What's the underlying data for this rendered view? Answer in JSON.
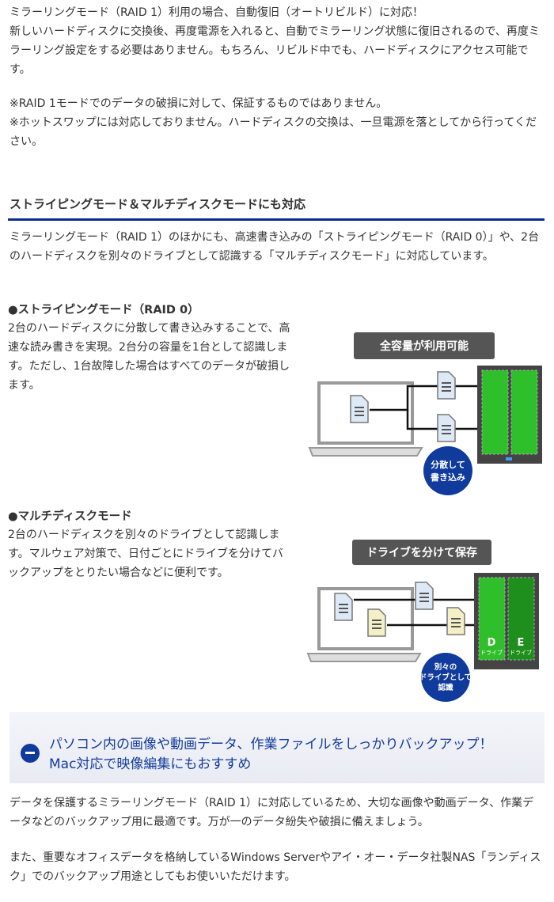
{
  "intro": {
    "line1": "ミラーリングモード（RAID 1）利用の場合、自動復旧（オートリビルド）に対応！",
    "para": "新しいハードディスクに交換後、再度電源を入れると、自動でミラーリング状態に復旧されるので、再度ミラーリング設定をする必要はありません。もちろん、リビルド中でも、ハードディスクにアクセス可能です。",
    "note1": "※RAID 1モードでのデータの破損に対して、保証するものではありません。",
    "note2": "※ホットスワップには対応しておりません。ハードディスクの交換は、一旦電源を落としてから行ってください。"
  },
  "section": {
    "heading": "ストライピングモード＆マルチディスクモードにも対応",
    "para": "ミラーリングモード（RAID 1）のほかにも、高速書き込みの「ストライピングモード（RAID 0）」や、2台のハードディスクを別々のドライブとして認識する「マルチディスクモード」に対応しています。"
  },
  "striping": {
    "title": "●ストライピングモード（RAID 0）",
    "text": "2台のハードディスクに分散して書き込みすることで、高速な読み書きを実現。2台分の容量を1台として認識します。ただし、1台故障した場合はすべてのデータが破損します。",
    "diagram_label": "全容量が利用可能",
    "badge_line1": "分散して",
    "badge_line2": "書き込み"
  },
  "multidisk": {
    "title": "●マルチディスクモード",
    "text": "2台のハードディスクを別々のドライブとして認識します。マルウェア対策で、日付ごとにドライブを分けてバックアップをとりたい場合などに便利です。",
    "diagram_label": "ドライブを分けて保存",
    "drive_d": "D",
    "drive_e": "E",
    "drive_caption": "ドライブ",
    "badge_line1": "別々の",
    "badge_line2": "ドライブとして",
    "badge_line3": "認識"
  },
  "banner": {
    "line1": "パソコン内の画像や動画データ、作業ファイルをしっかりバックアップ！",
    "line2": "Mac対応で映像編集にもおすすめ"
  },
  "outro": {
    "para1": "データを保護するミラーリングモード（RAID 1）に対応しているため、大切な画像や動画データ、作業データなどのバックアップ用に最適です。万が一のデータ紛失や破損に備えましょう。",
    "para2": "また、重要なオフィスデータを格納しているWindows Serverやアイ・オー・データ社製NAS「ランディスク」でのバックアップ用途としてもお使いいただけます。"
  },
  "colors": {
    "navy": "#0d2a8a",
    "green": "#2fbf2b",
    "label_bg": "#555555",
    "badge": "#103a9c"
  }
}
